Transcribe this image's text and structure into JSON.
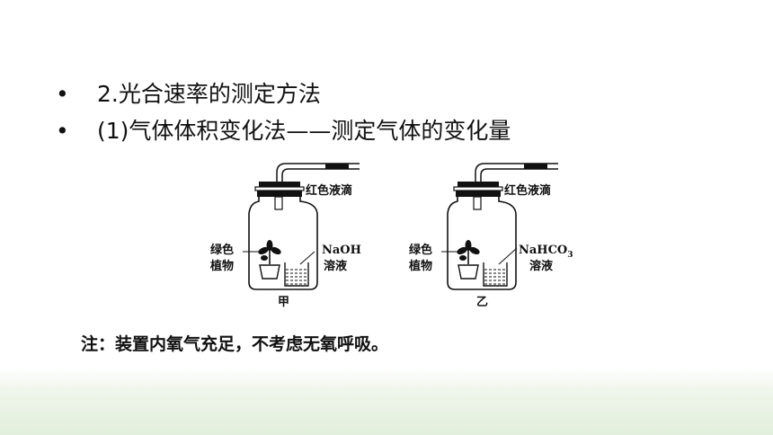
{
  "slide": {
    "bullets": [
      {
        "marker": "•",
        "text": "2.光合速率的测定方法"
      },
      {
        "marker": "•",
        "text": "(1)气体体积变化法——测定气体的变化量"
      }
    ],
    "diagrams": [
      {
        "drop_label": "红色液滴",
        "plant_label_1": "绿色",
        "plant_label_2": "植物",
        "solution_label_1": "NaOH",
        "solution_label_2": "溶液",
        "caption": "甲"
      },
      {
        "drop_label": "红色液滴",
        "plant_label_1": "绿色",
        "plant_label_2": "植物",
        "solution_label_1": "NaHCO",
        "solution_sub": "3",
        "solution_label_2": "溶液",
        "caption": "乙"
      }
    ],
    "note": "注：装置内氧气充足，不考虑无氧呼吸。"
  }
}
